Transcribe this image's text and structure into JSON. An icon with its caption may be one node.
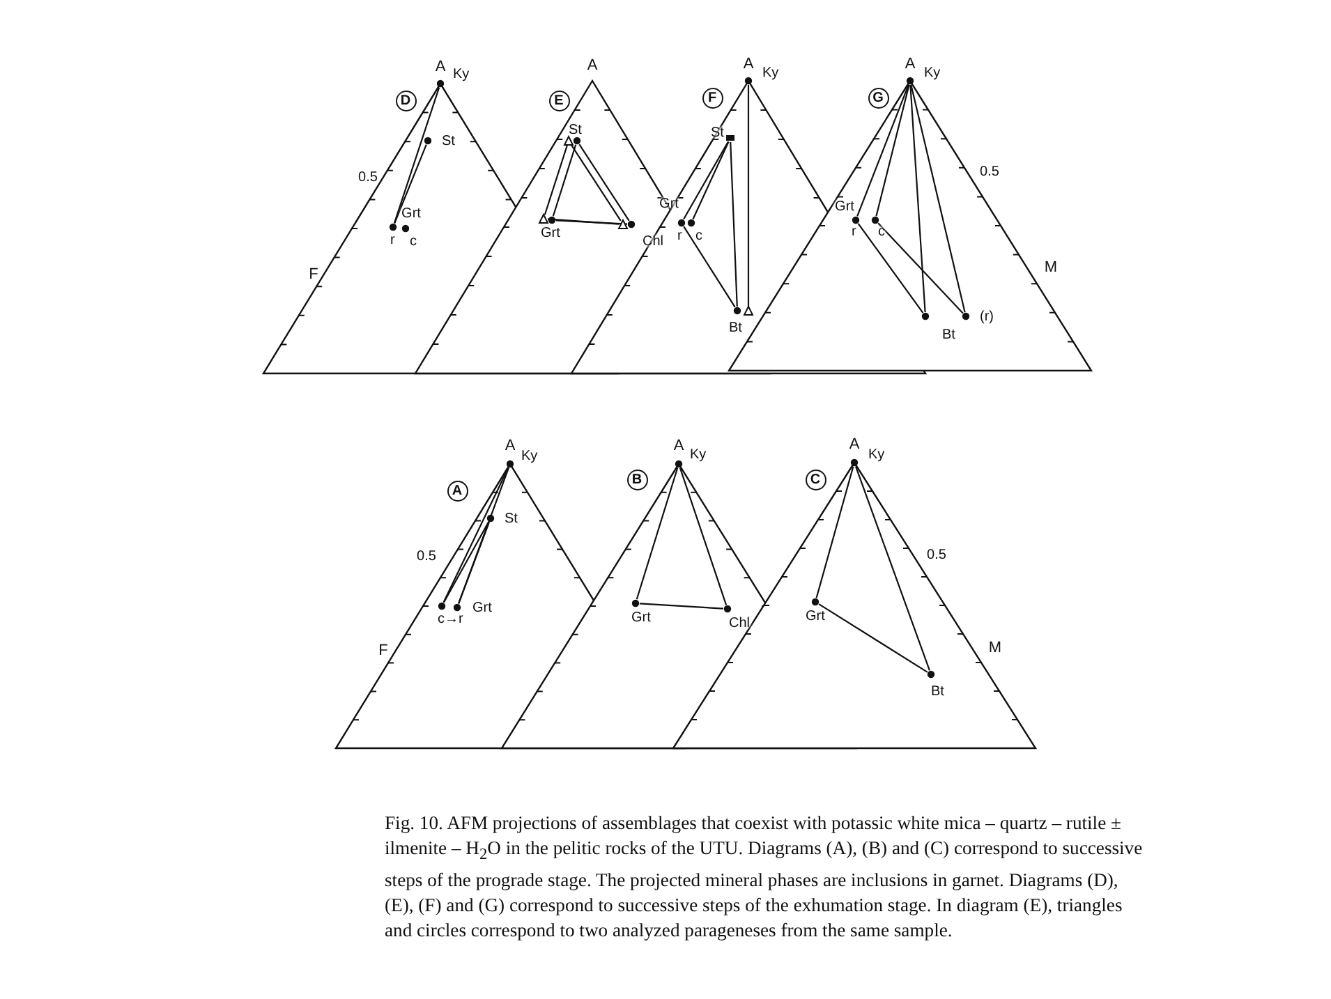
{
  "diagram": {
    "caption": "Fig. 10. AFM projections of assemblages that coexist with potassic white mica – quartz – rutile ± ilmenite – H$_{2}$O in the pelitic rocks of the UTU. Diagrams (A), (B) and (C) correspond to successive steps of the prograde stage. The projected mineral phases are inclusions in garnet. Diagrams (D), (E), (F) and (G) correspond to successive steps of the exhumation stage. In diagram (E), triangles and circles correspond to two analyzed parageneses from the same sample.",
    "nodes": [
      {
        "text": [
          "Ky"
        ]
      },
      {
        "text": [
          "St"
        ]
      },
      {
        "text": [
          "r"
        ]
      },
      {
        "text": [
          "c"
        ]
      },
      {
        "text": [
          "St"
        ]
      },
      {
        "text": [],
        "shape": "circle"
      },
      {
        "text": [
          "Grt"
        ]
      },
      {
        "text": [],
        "shape": "circle"
      },
      {
        "text": [],
        "shape": "triangle"
      },
      {
        "text": [
          "Chl"
        ]
      },
      {
        "text": [
          "Ky"
        ]
      },
      {
        "text": [
          "St"
        ]
      },
      {
        "text": [
          "r"
        ]
      },
      {
        "text": [
          "c"
        ]
      },
      {
        "text": [
          "Bt"
        ]
      },
      {
        "text": [],
        "shape": "triangle"
      },
      {
        "text": [
          "Ky"
        ]
      },
      {
        "text": [
          "r"
        ]
      },
      {
        "text": [
          "c"
        ]
      },
      {
        "text": [
          "Bt"
        ]
      },
      {
        "text": [
          "(r)"
        ]
      },
      {
        "text": [
          "Ky"
        ]
      },
      {
        "text": [
          "St"
        ]
      },
      {
        "text": [
          "c→r"
        ]
      },
      {
        "text": [
          "Grt"
        ]
      },
      {
        "text": [
          "Ky"
        ]
      },
      {
        "text": [
          "Grt"
        ]
      },
      {
        "text": [
          "Chl"
        ]
      },
      {
        "text": [
          "Ky"
        ]
      },
      {
        "text": [
          "Grt"
        ]
      },
      {
        "text": [
          "Bt"
        ]
      }
    ],
    "edges": [
      {
        "from": 0,
        "to": 2,
        "arrow": "none"
      },
      {
        "from": 1,
        "to": 2,
        "arrow": "none"
      },
      {
        "from": 4,
        "to": 6,
        "arrow": "none"
      },
      {
        "from": 6,
        "to": 8,
        "arrow": "none"
      },
      {
        "from": 8,
        "to": 4,
        "arrow": "none"
      },
      {
        "from": 5,
        "to": 7,
        "arrow": "none"
      },
      {
        "from": 7,
        "to": 9,
        "arrow": "none"
      },
      {
        "from": 9,
        "to": 5,
        "arrow": "none"
      },
      {
        "from": 11,
        "to": 12,
        "arrow": "none"
      },
      {
        "from": 11,
        "to": 13,
        "arrow": "none"
      },
      {
        "from": 11,
        "to": 14,
        "arrow": "none"
      },
      {
        "from": 10,
        "to": 15,
        "arrow": "none"
      },
      {
        "from": 12,
        "to": 14,
        "arrow": "none"
      },
      {
        "from": 16,
        "to": 17,
        "arrow": "none"
      },
      {
        "from": 16,
        "to": 18,
        "arrow": "none"
      },
      {
        "from": 16,
        "to": 19,
        "arrow": "none"
      },
      {
        "from": 16,
        "to": 20,
        "arrow": "none"
      },
      {
        "from": 17,
        "to": 19,
        "arrow": "none"
      },
      {
        "from": 18,
        "to": 20,
        "arrow": "none"
      },
      {
        "from": 21,
        "to": 23,
        "arrow": "none"
      },
      {
        "from": 21,
        "to": 24,
        "arrow": "none"
      },
      {
        "from": 22,
        "to": 23,
        "arrow": "none"
      },
      {
        "from": 22,
        "to": 24,
        "arrow": "none"
      },
      {
        "from": 25,
        "to": 26,
        "arrow": "none"
      },
      {
        "from": 25,
        "to": 27,
        "arrow": "none"
      },
      {
        "from": 26,
        "to": 27,
        "arrow": "none"
      },
      {
        "from": 28,
        "to": 29,
        "arrow": "none"
      },
      {
        "from": 28,
        "to": 30,
        "arrow": "none"
      },
      {
        "from": 29,
        "to": 30,
        "arrow": "none"
      }
    ],
    "labels": [
      "A",
      "A",
      "A",
      "A",
      "D",
      "E",
      "F",
      "G",
      "0.5",
      "0.5",
      "Grt",
      "Grt",
      "Grt",
      "F",
      "M",
      "A",
      "A",
      "A",
      "A",
      "B",
      "C",
      "0.5",
      "0.5",
      "F",
      "M"
    ]
  }
}
